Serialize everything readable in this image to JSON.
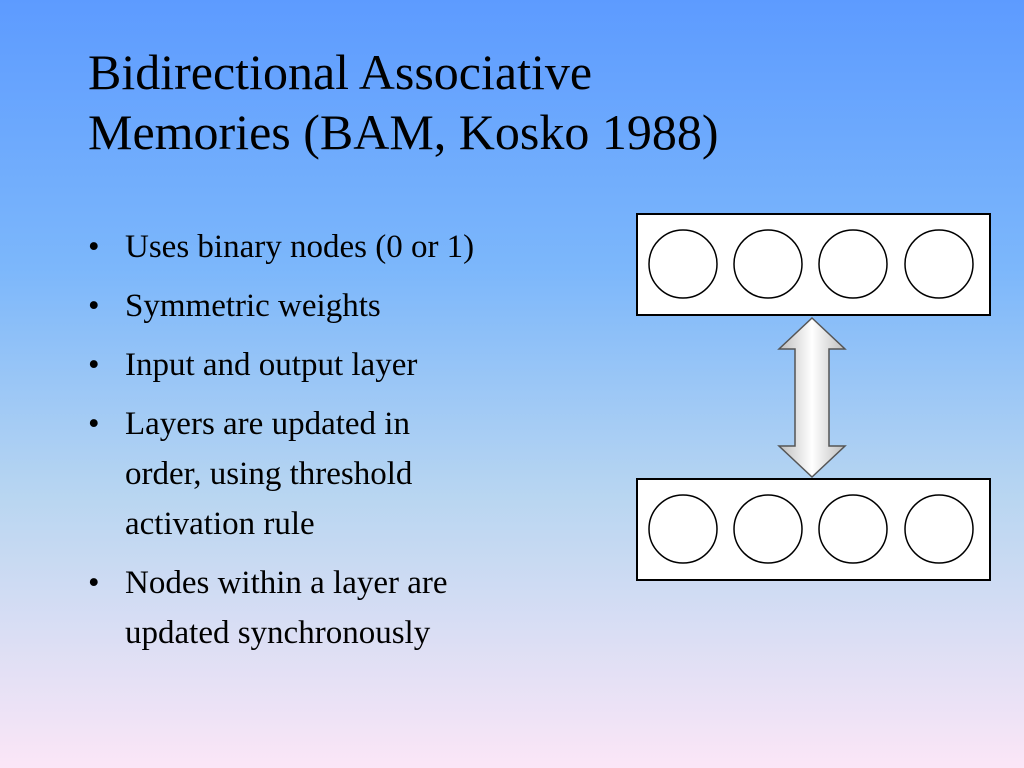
{
  "slide": {
    "title_lines": [
      "Bidirectional Associative",
      "Memories (BAM, Kosko 1988)"
    ],
    "bullets": [
      {
        "lines": [
          "Uses binary nodes (0 or 1)"
        ]
      },
      {
        "lines": [
          "Symmetric weights"
        ]
      },
      {
        "lines": [
          "Input and output layer"
        ]
      },
      {
        "lines": [
          "Layers are updated in",
          "order, using threshold",
          "activation rule"
        ]
      },
      {
        "lines": [
          "Nodes within a layer are",
          "updated synchronously"
        ]
      }
    ]
  },
  "diagram": {
    "layers": [
      {
        "role": "top-layer",
        "node_count": 4
      },
      {
        "role": "bottom-layer",
        "node_count": 4
      }
    ],
    "connection": "bidirectional-arrow"
  }
}
